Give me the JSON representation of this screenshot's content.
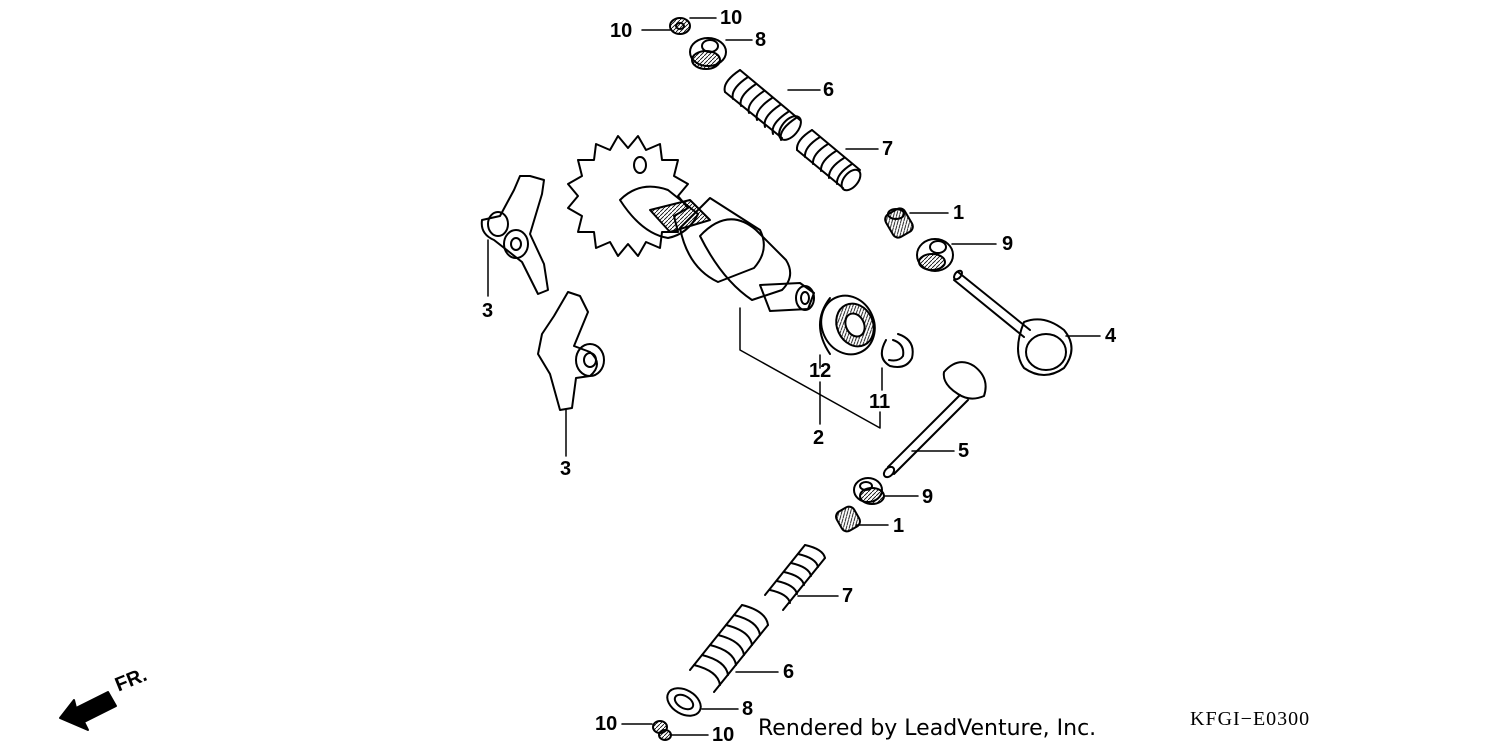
{
  "labels": {
    "valve_cotter_top_a": "10",
    "valve_cotter_top_b": "10",
    "retainer_top": "8",
    "outer_spring_top": "6",
    "inner_spring_top": "7",
    "stem_seal_top": "1",
    "spring_seat_top": "9",
    "valve_intake": "4",
    "rocker_upper": "3",
    "rocker_lower": "3",
    "bearing": "12",
    "circlip": "11",
    "camshaft": "2",
    "valve_exhaust": "5",
    "spring_seat_bottom": "9",
    "stem_seal_bottom": "1",
    "inner_spring_bottom": "7",
    "outer_spring_bottom": "6",
    "retainer_bottom": "8",
    "valve_cotter_bottom_a": "10",
    "valve_cotter_bottom_b": "10"
  },
  "front_arrow_label": "FR.",
  "credit": "Rendered by LeadVenture, Inc.",
  "diagram_code": "KFGI−E0300"
}
